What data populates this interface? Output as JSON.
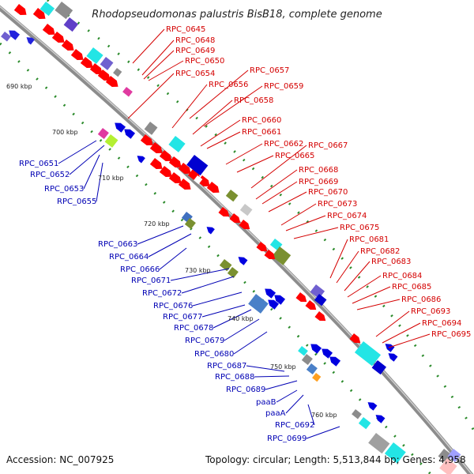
{
  "title": "Rhodopseudomonas palustris BisB18, complete genome",
  "footer": {
    "accession": "Accession: NC_007925",
    "summary": "Topology: circular; Length: 5,513,844 bp; Genes: 4,958"
  },
  "colors": {
    "forward_label": "#d40000",
    "reverse_label": "#0000b4",
    "backbone": "#8c8c8c",
    "ticks": "#2a8a2a"
  },
  "scale_labels": [
    "690 kbp",
    "700 kbp",
    "710 kbp",
    "720 kbp",
    "730 kbp",
    "740 kbp",
    "750 kbp",
    "760 kbp"
  ],
  "forward_labels": [
    "RPC_0645",
    "RPC_0648",
    "RPC_0649",
    "RPC_0650",
    "RPC_0654",
    "RPC_0657",
    "RPC_0656",
    "RPC_0659",
    "RPC_0658",
    "RPC_0660",
    "RPC_0661",
    "RPC_0662",
    "RPC_0667",
    "RPC_0665",
    "RPC_0668",
    "RPC_0669",
    "RPC_0670",
    "RPC_0673",
    "RPC_0674",
    "RPC_0675",
    "RPC_0681",
    "RPC_0682",
    "RPC_0683",
    "RPC_0684",
    "RPC_0685",
    "RPC_0686",
    "RPC_0693",
    "RPC_0694",
    "RPC_0695"
  ],
  "reverse_labels": [
    "RPC_0651",
    "RPC_0652",
    "RPC_0653",
    "RPC_0655",
    "RPC_0663",
    "RPC_0664",
    "RPC_0666",
    "RPC_0671",
    "RPC_0672",
    "RPC_0676",
    "RPC_0677",
    "RPC_0678",
    "RPC_0679",
    "RPC_0680",
    "RPC_0687",
    "RPC_0688",
    "RPC_0689",
    "paaB",
    "paaA",
    "RPC_0692",
    "RPC_0699"
  ]
}
